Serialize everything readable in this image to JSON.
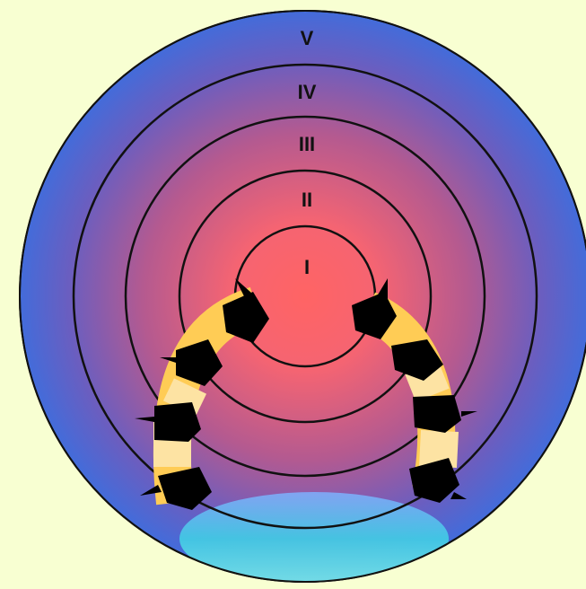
{
  "background": "#f8ffd2",
  "zones": [
    {
      "label": "V"
    },
    {
      "label": "IV"
    },
    {
      "label": "III"
    },
    {
      "label": "II"
    },
    {
      "label": "I"
    }
  ],
  "colors": {
    "center": "#ff6464",
    "mid": "#b0588e",
    "outer": "#3a6fe0",
    "band_yellow": "#ffcc55",
    "band_cream": "#fde3a3",
    "band_black": "#000000",
    "cyan_bottom": "#40e0e0"
  },
  "figure": {
    "band_blocks": 11,
    "black_block_icon": "pentagon-block"
  }
}
